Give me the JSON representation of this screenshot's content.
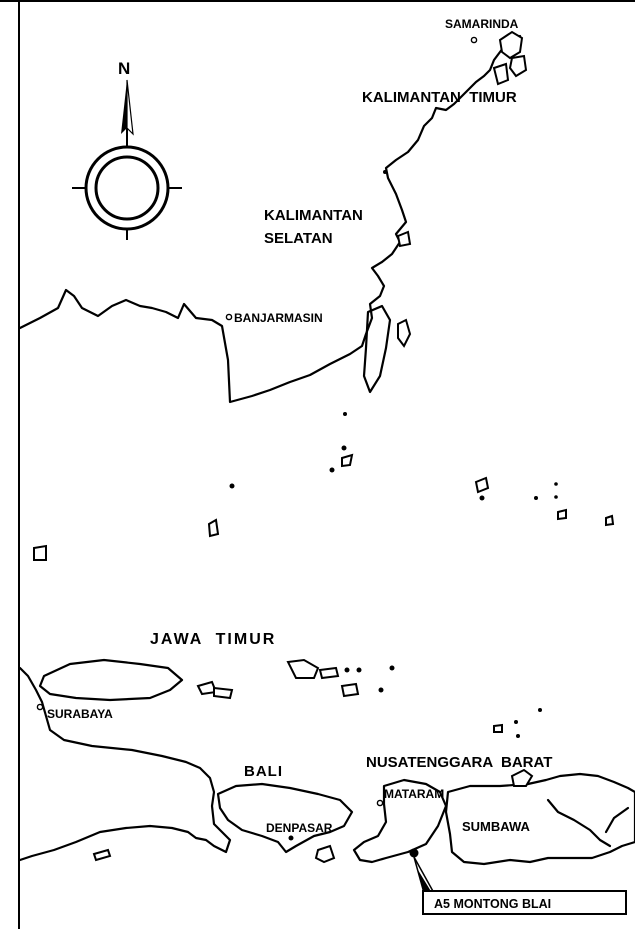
{
  "compass": {
    "north_label": "N"
  },
  "regions": {
    "kalimantan_timur": "KALIMANTAN  TIMUR",
    "kalimantan_selatan_line1": "KALIMANTAN",
    "kalimantan_selatan_line2": "SELATAN",
    "jawa_timur": "JAWA  TIMUR",
    "bali": "BALI",
    "nusatenggara_barat": "NUSATENGGARA  BARAT",
    "sumbawa": "SUMBAWA"
  },
  "cities": {
    "samarinda": "SAMARINDA",
    "banjarmasin": "BANJARMASIN",
    "surabaya": "SURABAYA",
    "denpasar": "DENPASAR",
    "mataram": "MATARAM"
  },
  "site_callout": "A5 MONTONG  BLAI",
  "colors": {
    "ink": "#000000",
    "paper": "#ffffff"
  }
}
